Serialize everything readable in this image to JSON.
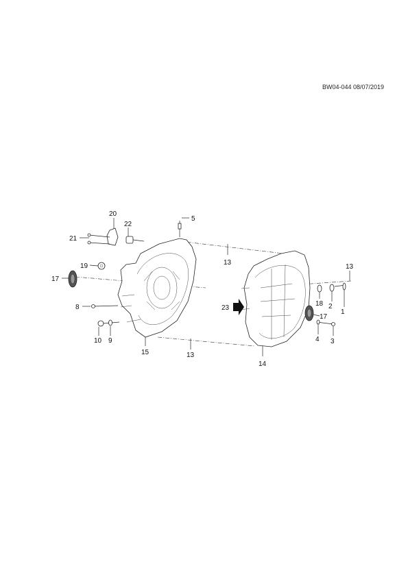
{
  "document": {
    "code": "BW04-044 08/07/2019"
  },
  "callouts": {
    "p1": "1",
    "p2": "2",
    "p3": "3",
    "p4": "4",
    "p5": "5",
    "p8": "8",
    "p9": "9",
    "p10": "10",
    "p13a": "13",
    "p13b": "13",
    "p13c": "13",
    "p14": "14",
    "p15": "15",
    "p17a": "17",
    "p17b": "17",
    "p18": "18",
    "p19": "19",
    "p20": "20",
    "p21": "21",
    "p22": "22",
    "p23": "23"
  }
}
